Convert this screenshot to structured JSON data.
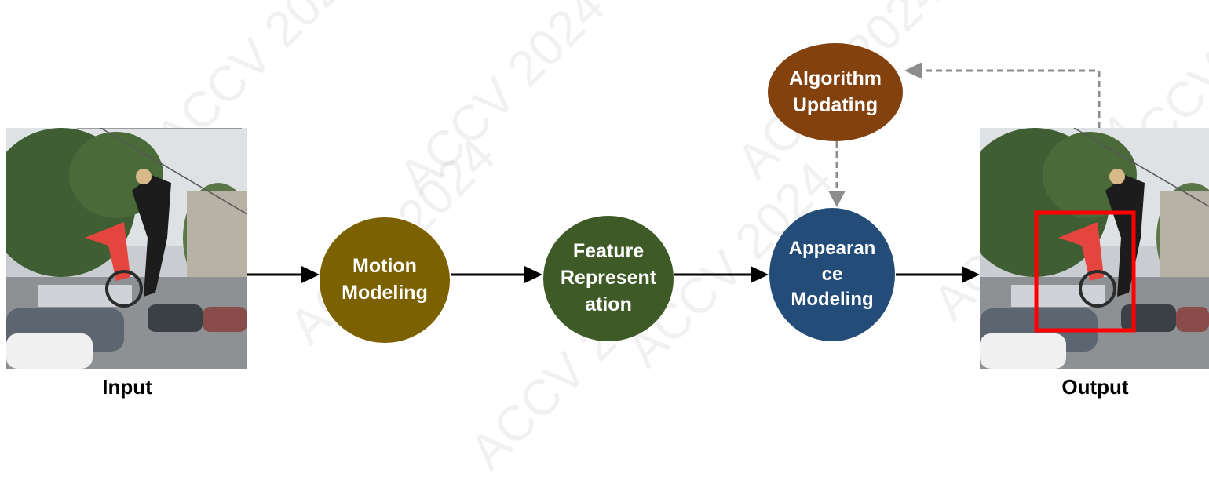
{
  "input": {
    "caption": "Input"
  },
  "output": {
    "caption": "Output"
  },
  "nodes": {
    "motion": "Motion\nModeling",
    "feature": "Feature\nRepresent\nation",
    "appearance": "Appearan\nce\nModeling",
    "algorithm": "Algorithm\nUpdating"
  },
  "watermark": "ACCV 2024",
  "colors": {
    "motion": "#7c6100",
    "feature": "#3e5a26",
    "appearance": "#234d78",
    "algorithm": "#83410e",
    "tracking_box": "#ff0000",
    "feedback_arrow": "#8c8c8c"
  }
}
